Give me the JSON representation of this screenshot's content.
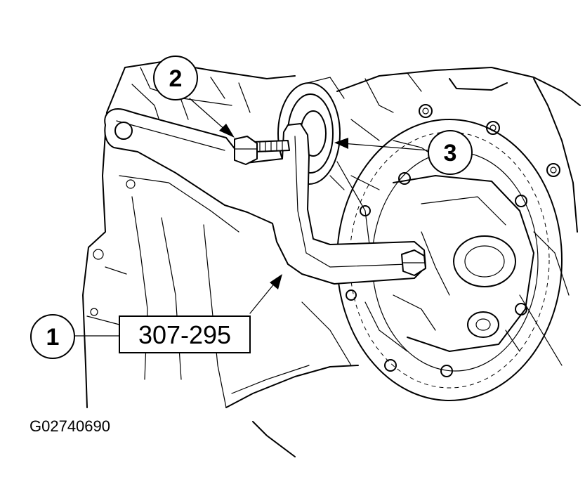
{
  "callouts": [
    {
      "number": "1",
      "target": "special-tool"
    },
    {
      "number": "2",
      "target": "bolt"
    },
    {
      "number": "3",
      "target": "seal"
    }
  ],
  "tool_label": "307-295",
  "figure_id": "G02740690"
}
